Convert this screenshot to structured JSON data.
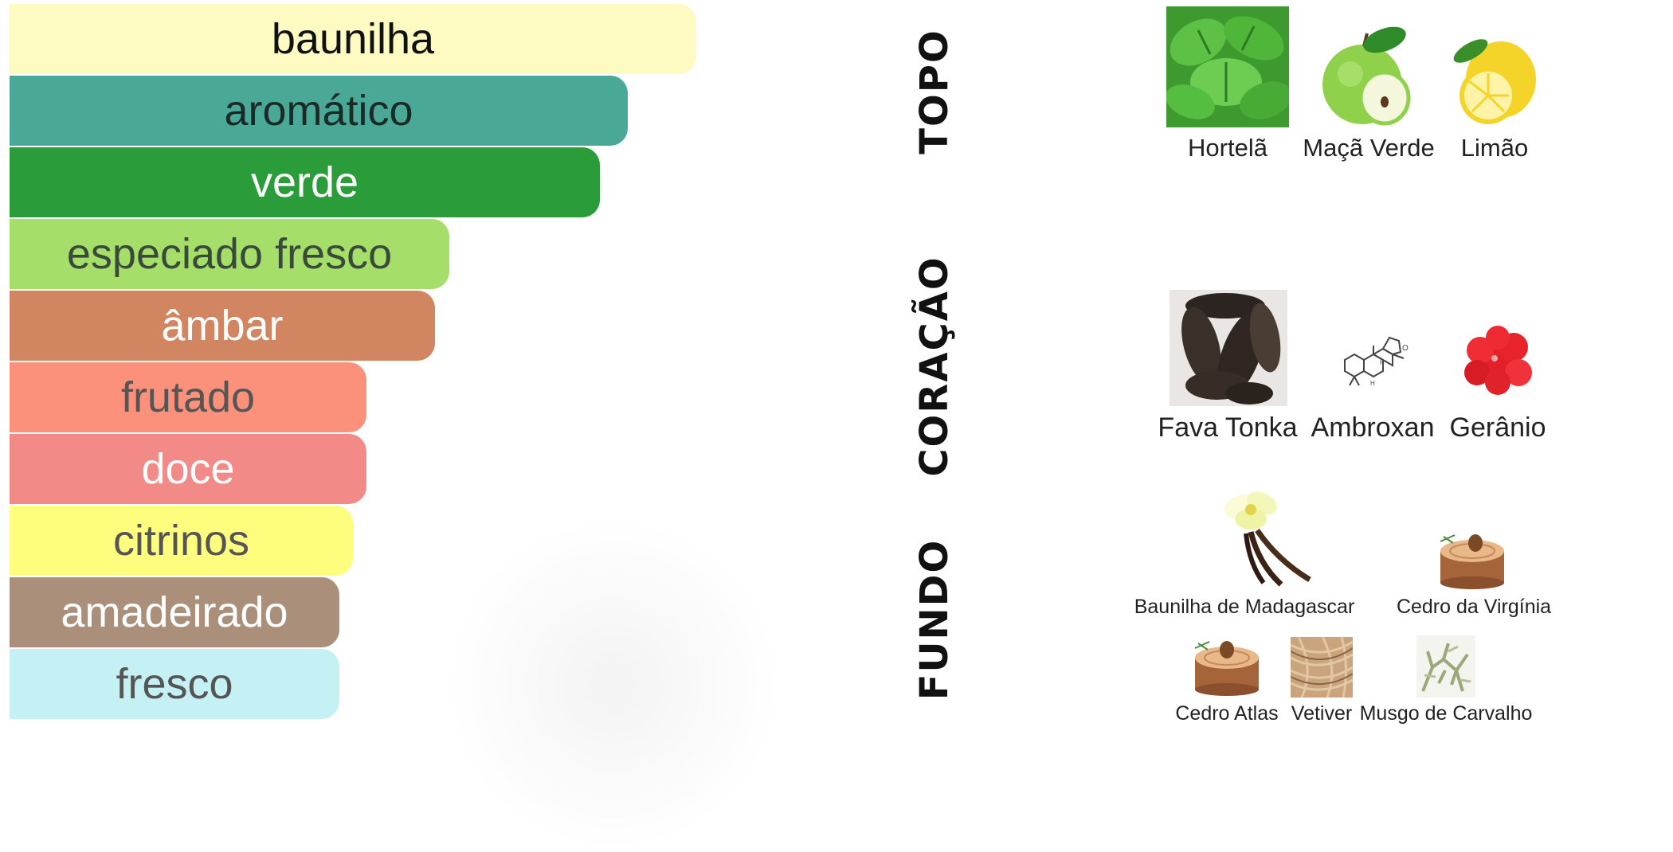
{
  "accords": [
    {
      "label": "baunilha",
      "color": "#FEFBC2",
      "text_color": "#111111",
      "strength": 1.0
    },
    {
      "label": "aromático",
      "color": "#4AA996",
      "text_color": "#1A2A26",
      "strength": 0.9
    },
    {
      "label": "verde",
      "color": "#2A9C39",
      "text_color": "#FFFFFF",
      "strength": 0.86
    },
    {
      "label": "especiado fresco",
      "color": "#A6DE6A",
      "text_color": "#3A4A3A",
      "strength": 0.64
    },
    {
      "label": "âmbar",
      "color": "#D18561",
      "text_color": "#FFFFFF",
      "strength": 0.62
    },
    {
      "label": "frutado",
      "color": "#FB917A",
      "text_color": "#555555",
      "strength": 0.52
    },
    {
      "label": "doce",
      "color": "#F28A87",
      "text_color": "#FFFFFF",
      "strength": 0.52
    },
    {
      "label": "citrinos",
      "color": "#FEFD7D",
      "text_color": "#555555",
      "strength": 0.5
    },
    {
      "label": "amadeirado",
      "color": "#AA907B",
      "text_color": "#FFFFFF",
      "strength": 0.48
    },
    {
      "label": "fresco",
      "color": "#C5F0F4",
      "text_color": "#555555",
      "strength": 0.48
    }
  ],
  "pyramid": {
    "top": {
      "label": "TOPO",
      "notes": [
        {
          "name": "Hortelã",
          "icon": "mint-leaves-image"
        },
        {
          "name": "Maçã Verde",
          "icon": "green-apple-image"
        },
        {
          "name": "Limão",
          "icon": "lemon-image"
        }
      ]
    },
    "heart": {
      "label": "CORAÇÃO",
      "notes": [
        {
          "name": "Fava Tonka",
          "icon": "tonka-beans-image"
        },
        {
          "name": "Ambroxan",
          "icon": "ambroxan-molecule-image"
        },
        {
          "name": "Gerânio",
          "icon": "geranium-flower-image"
        }
      ]
    },
    "base": {
      "label": "FUNDO",
      "notes": [
        {
          "name": "Baunilha de Madagascar",
          "icon": "vanilla-image"
        },
        {
          "name": "Cedro da Virgínia",
          "icon": "cedar-stump-image"
        },
        {
          "name": "Cedro Atlas",
          "icon": "cedar-stump-image"
        },
        {
          "name": "Vetiver",
          "icon": "vetiver-roots-image"
        },
        {
          "name": "Musgo de Carvalho",
          "icon": "oakmoss-image"
        }
      ]
    }
  }
}
